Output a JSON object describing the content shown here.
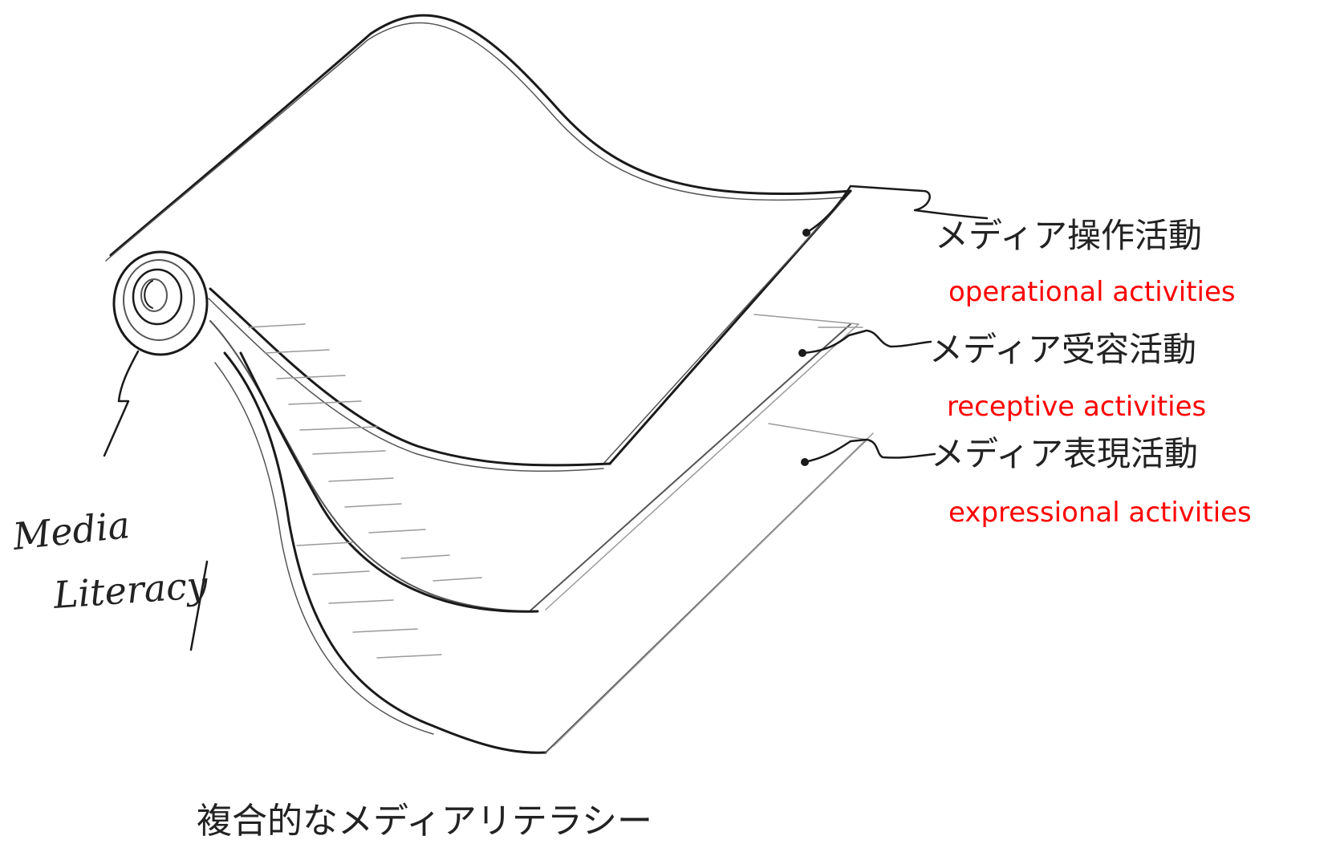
{
  "diagram": {
    "caption_jp": "複合的なメディアリテラシー",
    "left_label": {
      "line1": "Media",
      "line2": "Literacy"
    },
    "layers": [
      {
        "label_jp": "メディア操作活動",
        "label_en": "operational activities"
      },
      {
        "label_jp": "メディア受容活動",
        "label_en": "receptive activities"
      },
      {
        "label_jp": "メディア表現活動",
        "label_en": "expressional activities"
      }
    ],
    "colors": {
      "pencil": "#1a1a1a",
      "english_label": "#ff0000",
      "background": "#ffffff"
    }
  }
}
